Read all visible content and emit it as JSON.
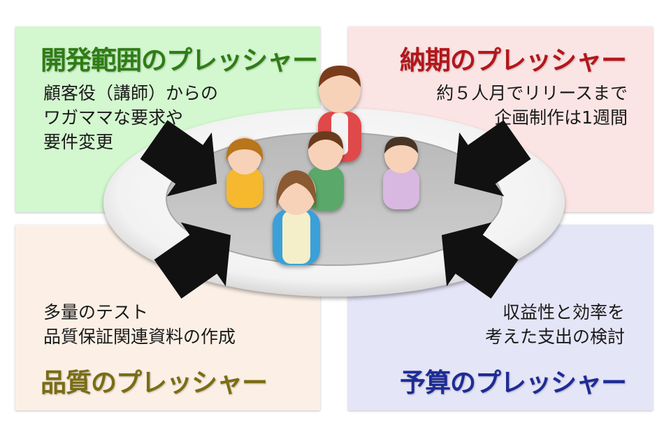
{
  "quadrants": {
    "scope": {
      "title": "開発範囲のプレッシャー",
      "lines": [
        "顧客役（講師）からの",
        "ワガママな要求や",
        "要件変更"
      ],
      "color": "#2e7d14",
      "bg": "#d3f7cf"
    },
    "delivery": {
      "title": "納期のプレッシャー",
      "lines": [
        "約５人月でリリースまで",
        "企画制作は1週間"
      ],
      "color": "#b3161b",
      "bg": "#fbe4e4"
    },
    "quality": {
      "title": "品質のプレッシャー",
      "lines": [
        "多量のテスト",
        "品質保証関連資料の作成"
      ],
      "color": "#7a6d13",
      "bg": "#fcf0e6"
    },
    "budget": {
      "title": "予算のプレッシャー",
      "lines": [
        "収益性と効率を",
        "考えた支出の検討"
      ],
      "color": "#1d2c94",
      "bg": "#e5e5f8"
    }
  },
  "figures": [
    {
      "name": "person-red-cardigan",
      "shirt": "#e04848"
    },
    {
      "name": "person-yellow-top",
      "shirt": "#f5b82e"
    },
    {
      "name": "person-green-sweater",
      "shirt": "#5aa86a"
    },
    {
      "name": "person-lavender-shirt",
      "shirt": "#d8b8e0"
    },
    {
      "name": "person-blue-cardigan",
      "shirt": "#3aa0d8"
    }
  ],
  "icons": [
    "arrow-top-left-icon",
    "arrow-top-right-icon",
    "arrow-bottom-left-icon",
    "arrow-bottom-right-icon"
  ]
}
